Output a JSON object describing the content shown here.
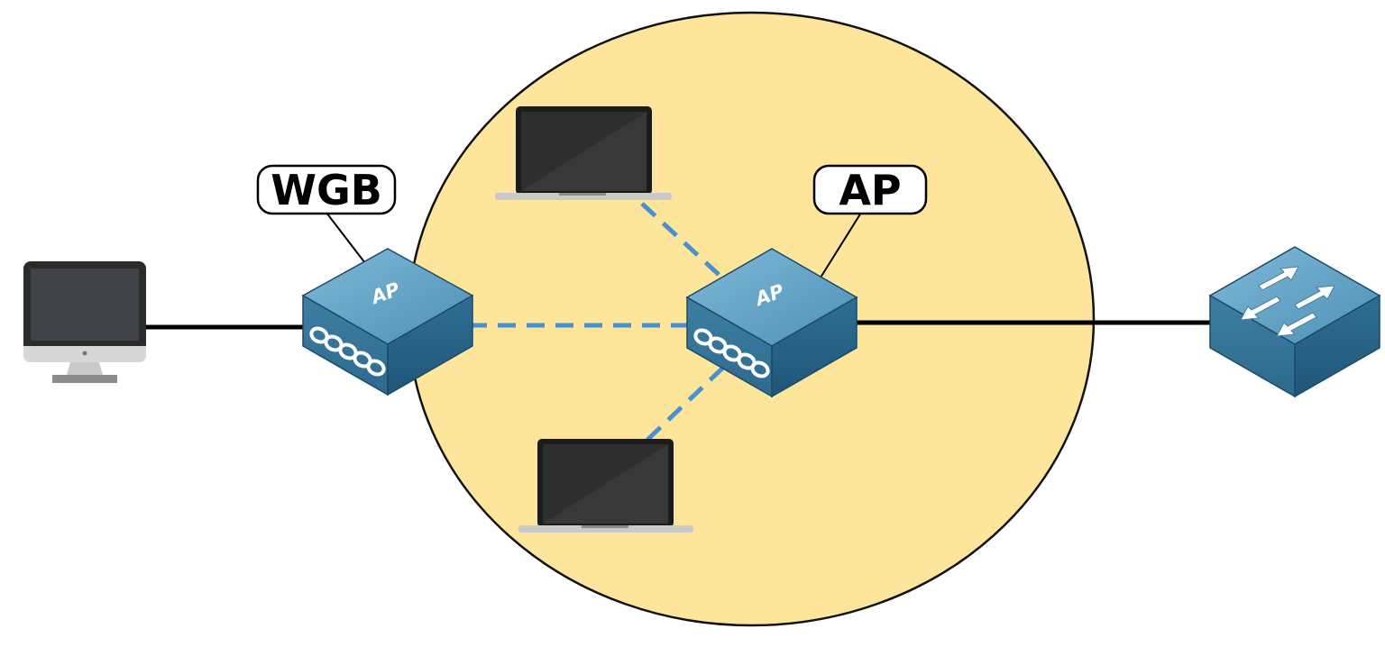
{
  "diagram": {
    "nodes": {
      "wgb": {
        "callout": "WGB",
        "device_label": "AP",
        "icon": "access-point-icon"
      },
      "ap": {
        "callout": "AP",
        "device_label": "AP",
        "icon": "access-point-icon"
      },
      "desktop": {
        "icon": "desktop-computer-icon"
      },
      "laptop_top": {
        "icon": "laptop-icon"
      },
      "laptop_bottom": {
        "icon": "laptop-icon"
      },
      "switch": {
        "icon": "switch-icon"
      }
    },
    "links": [
      {
        "from": "desktop",
        "to": "wgb",
        "type": "wired"
      },
      {
        "from": "wgb",
        "to": "ap",
        "type": "wireless"
      },
      {
        "from": "laptop_top",
        "to": "ap",
        "type": "wireless"
      },
      {
        "from": "laptop_bottom",
        "to": "ap",
        "type": "wireless"
      },
      {
        "from": "ap",
        "to": "switch",
        "type": "wired"
      }
    ],
    "colors": {
      "coverage_fill": "#fde59c",
      "wireless_link": "#4a90d0",
      "wired_link": "#000000",
      "device_blue": "#3f82a6",
      "device_blue_top": "#5fa0c4"
    }
  }
}
